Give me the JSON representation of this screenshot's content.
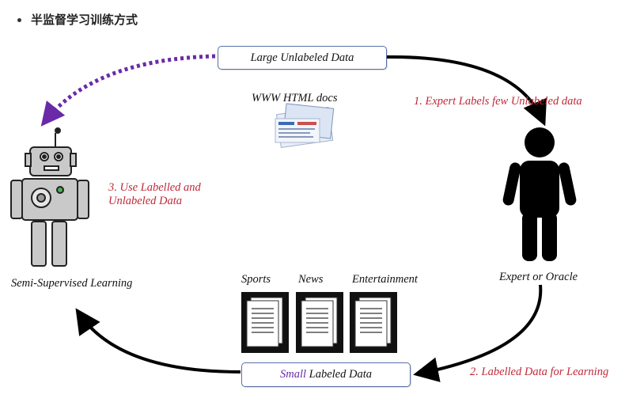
{
  "heading": "半监督学习训练方式",
  "top_box": "Large Unlabeled Data",
  "www_docs": "WWW HTML docs",
  "step1": "1. Expert Labels few  Unlabeled data",
  "expert": "Expert or Oracle",
  "step2": "2. Labelled Data for Learning",
  "bottom_box": {
    "highlight": "Small",
    "rest": " Labeled Data"
  },
  "categories": [
    "Sports",
    "News",
    "Entertainment"
  ],
  "step3": {
    "line1": "3. Use  Labelled and",
    "line2": "Unlabeled Data"
  },
  "learner": "Semi-Supervised Learning",
  "colors": {
    "step_text": "#c0283a",
    "dotted_arrow": "#6a2aa8",
    "box_border": "#5a6fa8"
  }
}
